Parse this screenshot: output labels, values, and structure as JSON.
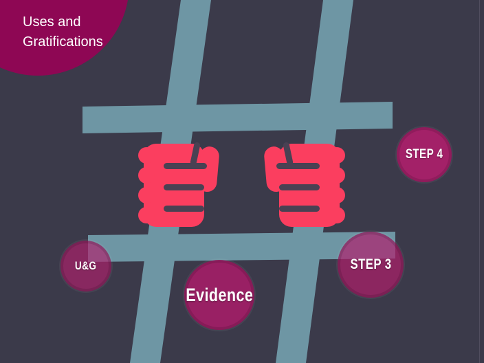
{
  "colors": {
    "background": "#3b3a4a",
    "hashtag_bar": "#6e96a4",
    "fist": "#fb3e5f",
    "title_bubble": "#8e0754",
    "step_bubble": "#8b2a62"
  },
  "title_bubble": {
    "line1": "Uses and",
    "line2": "Gratifications"
  },
  "bubbles": {
    "step4": {
      "label": "STEP 4"
    },
    "ug": {
      "label": "U&G"
    },
    "evidence": {
      "label": "Evidence"
    },
    "step3": {
      "label": "STEP 3"
    }
  },
  "icons": {
    "hashtag": "hashtag-bars-graphic",
    "left_fist": "fist-gripping-bar",
    "right_fist": "fist-gripping-bar"
  }
}
